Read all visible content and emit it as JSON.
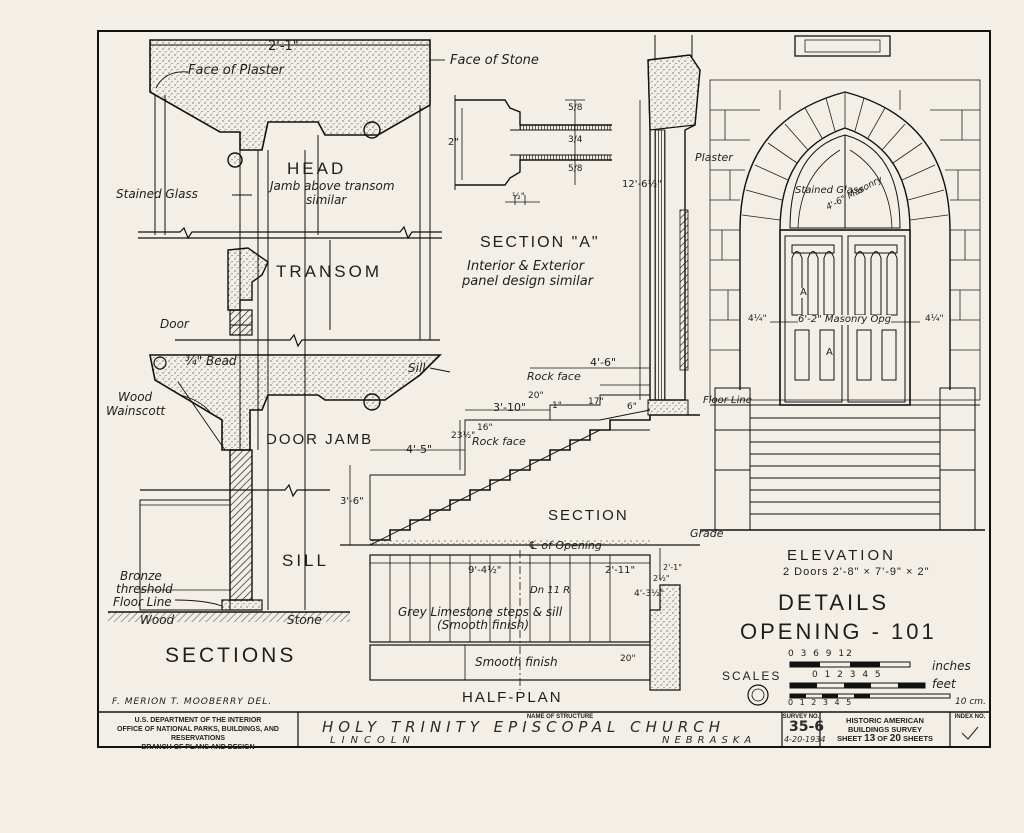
{
  "labels": {
    "dim_2_1": "2'-1\"",
    "face_plaster": "Face of Plaster",
    "face_stone": "Face of Stone",
    "head": "HEAD",
    "jamb_note_1": "Jamb above transom",
    "jamb_note_2": "similar",
    "stained_glass": "Stained Glass",
    "transom": "TRANSOM",
    "door": "Door",
    "bead": "¾\" Bead",
    "sill_arrow": "Sill",
    "wood_wainscott_1": "Wood",
    "wood_wainscott_2": "Wainscott",
    "door_jamb": "DOOR JAMB",
    "sill": "SILL",
    "bronze_1": "Bronze",
    "bronze_2": "threshold",
    "floor_line": "Floor Line",
    "wood": "Wood",
    "stone": "Stone",
    "sections": "SECTIONS",
    "section_a": "SECTION \"A\"",
    "section_a_note_1": "Interior & Exterior",
    "section_a_note_2": "panel design similar",
    "dim_2in": "2\"",
    "dim_half": "½\"",
    "dim_58a": "5/8",
    "dim_34": "3/4",
    "dim_58b": "5/8",
    "dim_4_6": "4'-6\"",
    "rock_face_1": "Rock face",
    "dim_3_10": "3'-10\"",
    "dim_20": "20\"",
    "dim_1": "1\"",
    "dim_17": "17\"",
    "dim_6": "6\"",
    "dim_23": "23½\"",
    "dim_16": "16\"",
    "rock_face_2": "Rock face",
    "dim_4_5": "4'-5\"",
    "dim_3_6": "3'-6\"",
    "section": "SECTION",
    "plaster": "Plaster",
    "dim_12_6": "12'-6½\"",
    "floor_line_2": "Floor Line",
    "grade": "Grade",
    "cl_opening": "℄ of Opening",
    "dim_9_4": "9'-4½\"",
    "dn_11r": "Dn 11 R",
    "dim_2_11": "2'-11\"",
    "dim_2_1b": "2'-1\"",
    "dim_2half": "2½\"",
    "dim_4_3": "4'-3½\"",
    "limestone_1": "Grey Limestone steps & sill",
    "limestone_2": "(Smooth finish)",
    "smooth_finish": "Smooth finish",
    "dim_20b": "20\"",
    "half_plan": "HALF-PLAN",
    "stained_glass_2": "Stained Glass",
    "masonry_arch": "4'-6\" Masonry",
    "a_mark_1": "A",
    "a_mark_2": "A",
    "dim_4q_left": "4¼\"",
    "masonry_opg": "6'-2\" Masonry Opg",
    "dim_4q_right": "4¼\"",
    "elevation": "ELEVATION",
    "doors_note": "2 Doors 2'-8\" × 7'-9\" × 2\"",
    "details": "DETAILS",
    "opening": "OPENING - 101",
    "scales": "SCALES",
    "inches": "inches",
    "feet": "feet",
    "cm": "10 cm.",
    "scale_inch_ticks": "0   3   6   9   12",
    "scale_feet_ticks": "0   1   2   3   4   5",
    "scale_cm_ticks": "0  1  2  3  4  5",
    "delineator": "F. MERION T. MOOBERRY DEL."
  },
  "title_block": {
    "agency_1": "U.S. DEPARTMENT OF THE INTERIOR",
    "agency_2": "OFFICE OF NATIONAL PARKS, BUILDINGS, AND RESERVATIONS",
    "agency_3": "BRANCH OF PLANS AND DESIGN",
    "name_caption": "NAME OF STRUCTURE",
    "structure_name": "HOLY TRINITY EPISCOPAL CHURCH",
    "city": "LINCOLN",
    "state": "NEBRASKA",
    "survey_caption": "SURVEY NO.",
    "survey_no": "35-6",
    "date": "4-20-1934",
    "habs_1": "HISTORIC AMERICAN",
    "habs_2": "BUILDINGS SURVEY",
    "sheet_word": "SHEET",
    "sheet_no": "13",
    "of_word": "OF",
    "sheet_total": "20",
    "sheets_word": "SHEETS",
    "index_caption": "INDEX NO."
  },
  "colors": {
    "paper": "#f3efe7",
    "ink": "#1e1e1e"
  }
}
